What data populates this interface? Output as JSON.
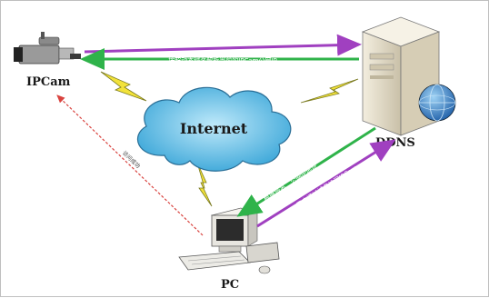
{
  "nodes": {
    "ipcam": {
      "label": "IPCam"
    },
    "cloud": {
      "label": "Internet"
    },
    "server": {
      "label": "DDNS"
    },
    "pc": {
      "label": "PC"
    }
  },
  "arrows": {
    "ipcam_to_ddns": {
      "color": "#a040c0"
    },
    "ddns_to_ipcam": {
      "color": "#2fb34a",
      "text": "按照动态域名解析当前的IPCam公网IP"
    },
    "ddns_to_pc": {
      "color": "#2fb34a",
      "text": "根据域名…公网IP地址"
    },
    "pc_to_ddns": {
      "color": "#a040c0",
      "text": "用户通过域名访问IPCam"
    },
    "pc_to_ipcam": {
      "color": "#d9433f",
      "text": "访问成功"
    }
  },
  "colors": {
    "lightning": "#f2e23a",
    "cloud_fill": "#5fc0e8",
    "server_body": "#e9e2cf"
  }
}
